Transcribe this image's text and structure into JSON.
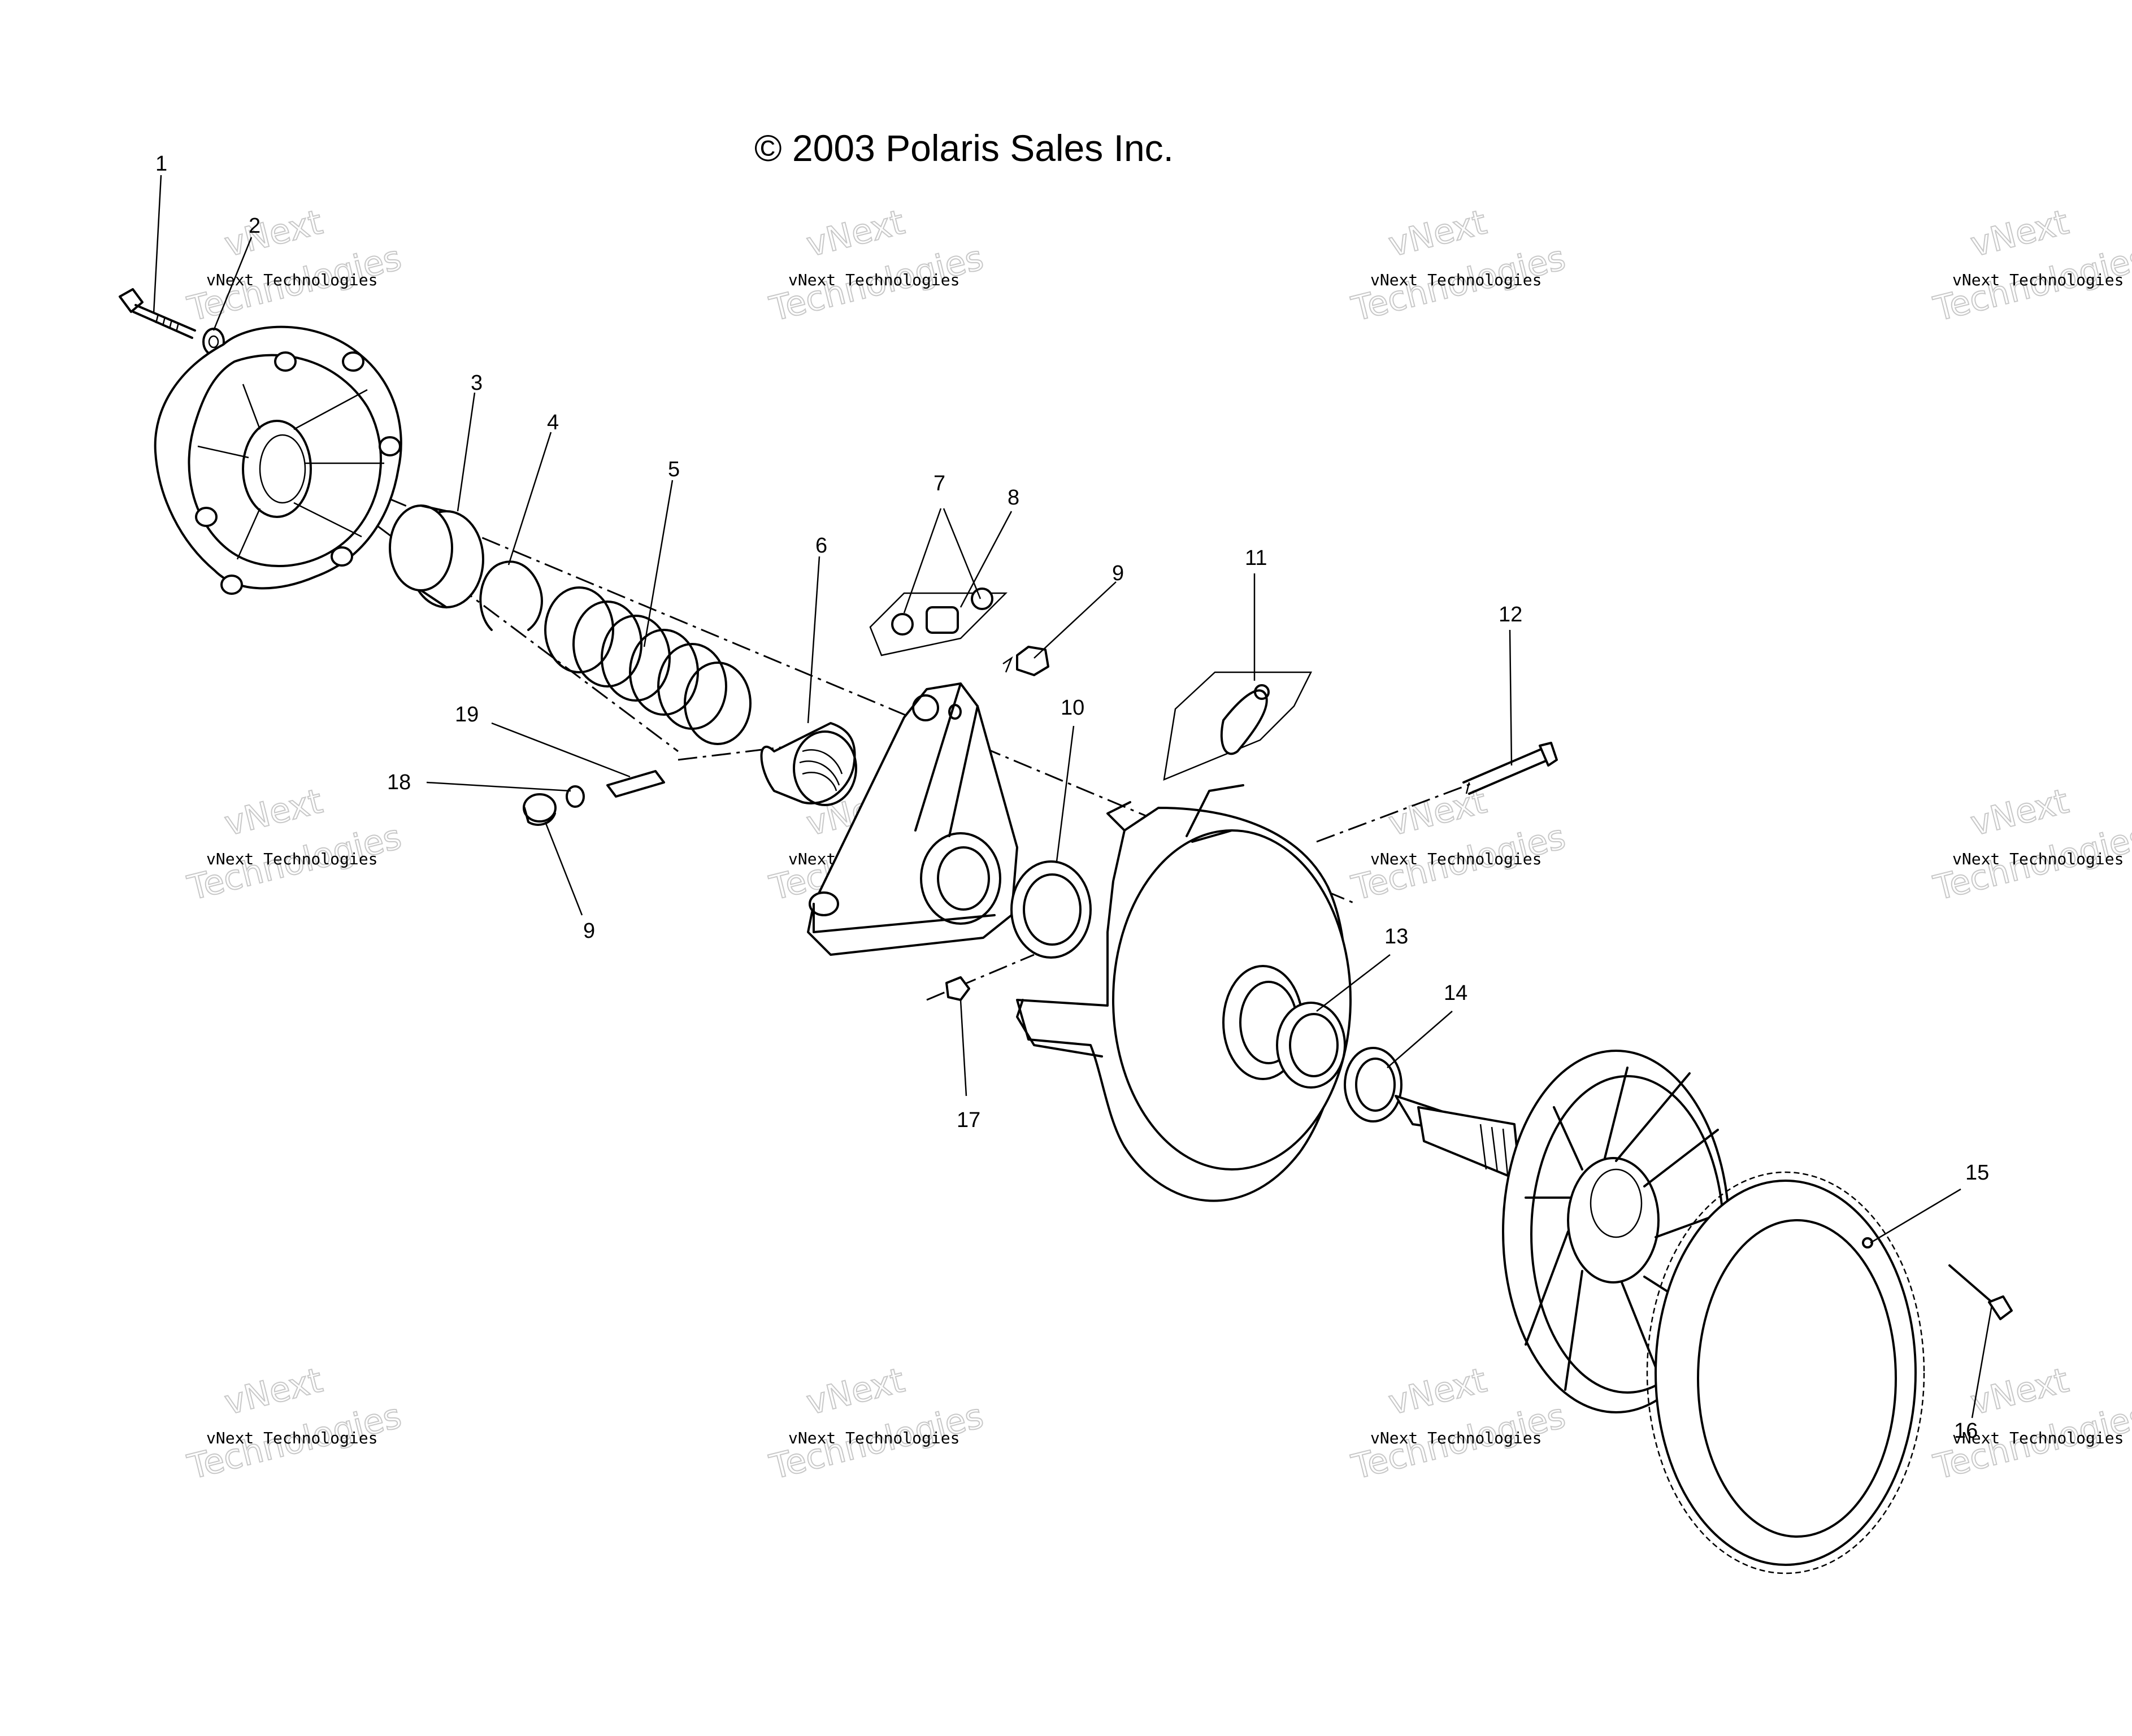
{
  "copyright": "© 2003 Polaris Sales Inc.",
  "watermark": {
    "line1": "vNext Technologies",
    "line2_a": "vNext",
    "line2_b": "Technologies"
  },
  "callouts": [
    "1",
    "2",
    "3",
    "4",
    "5",
    "6",
    "7",
    "8",
    "9",
    "10",
    "11",
    "12",
    "13",
    "14",
    "15",
    "16",
    "17",
    "18",
    "19",
    "9"
  ]
}
